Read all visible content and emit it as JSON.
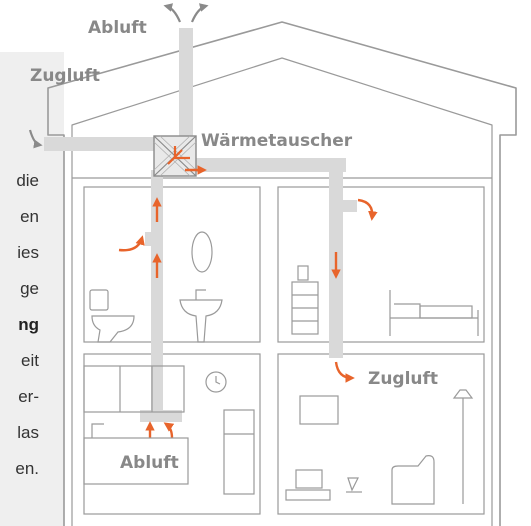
{
  "labels": {
    "abluft_top": "Abluft",
    "zugluft_left": "Zugluft",
    "waermetauscher": "Wärmetauscher",
    "zugluft_right": "Zugluft",
    "abluft_bottom": "Abluft"
  },
  "side_text": {
    "lines": [
      "die",
      "en",
      "ies",
      "ge",
      "ng",
      "eit",
      "er-",
      "las",
      "en."
    ],
    "bold_line_index": 4
  },
  "colors": {
    "duct": "#d9d9d9",
    "outline": "#9a9a9a",
    "arrow_orange": "#e8642b",
    "arrow_gray": "#8a8a8a",
    "label_gray": "#888888"
  }
}
